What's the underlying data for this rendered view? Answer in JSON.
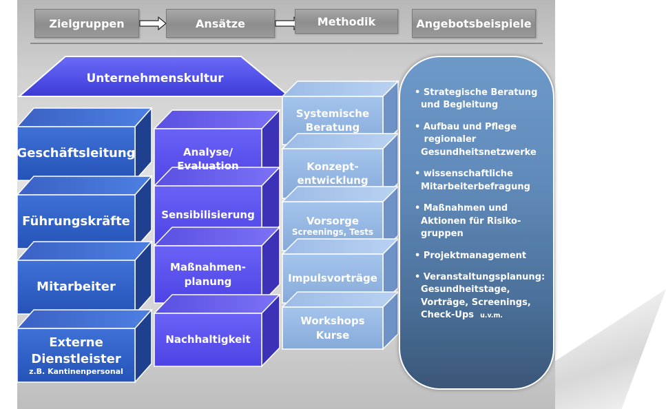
{
  "tabs": [
    {
      "label": "Zielgruppen"
    },
    {
      "label": "Ansätze"
    },
    {
      "label": "Methodik"
    },
    {
      "label": "Angebotsbeispiele"
    }
  ],
  "header": {
    "label": "Unternehmenskultur"
  },
  "zielgruppen": [
    {
      "label": "Geschäftsleitung"
    },
    {
      "label": "Führungskräfte"
    },
    {
      "label": "Mitarbeiter"
    },
    {
      "line1": "Externe",
      "line2": "Dienstleister",
      "sub": "z.B. Kantinenpersonal"
    }
  ],
  "ansaetze": [
    {
      "line1": "Analyse/",
      "line2": "Evaluation"
    },
    {
      "line1": "Sensibilisierung",
      "line2": ""
    },
    {
      "line1": "Maßnahmen-",
      "line2": "planung"
    },
    {
      "line1": "Nachhaltigkeit",
      "line2": ""
    }
  ],
  "methodik": [
    {
      "line1": "Systemische",
      "line2": "Beratung"
    },
    {
      "line1": "Konzept-",
      "line2": "entwicklung"
    },
    {
      "line1": "Vorsorge",
      "line2": "Screenings, Tests"
    },
    {
      "line1": "Impulsvorträge",
      "line2": ""
    },
    {
      "line1": "Workshops",
      "line2": "Kurse"
    }
  ],
  "angebote": [
    {
      "text": "• Strategische Beratung\n  und Begleitung"
    },
    {
      "text": "• Aufbau und Pflege\n   regionaler\n  Gesundheitsnetzwerke"
    },
    {
      "text": "• wissenschaftliche\n  Mitarbeiterbefragung"
    },
    {
      "text": "• Maßnahmen und\n  Aktionen für Risiko-\n  gruppen"
    },
    {
      "text": "• Projektmanagement"
    },
    {
      "text": "• Veranstaltungsplanung:\n  Gesundheitstage,\n  Vorträge, Screenings,\n  Check-Ups",
      "suffix": "u.v.m."
    }
  ],
  "colors": {
    "zielgruppen": "#2e5cc4",
    "ansaetze": "#5a4df0",
    "methodik": "#8fb3e0",
    "header": "#5a58ec",
    "pill": "#5f89b8"
  }
}
